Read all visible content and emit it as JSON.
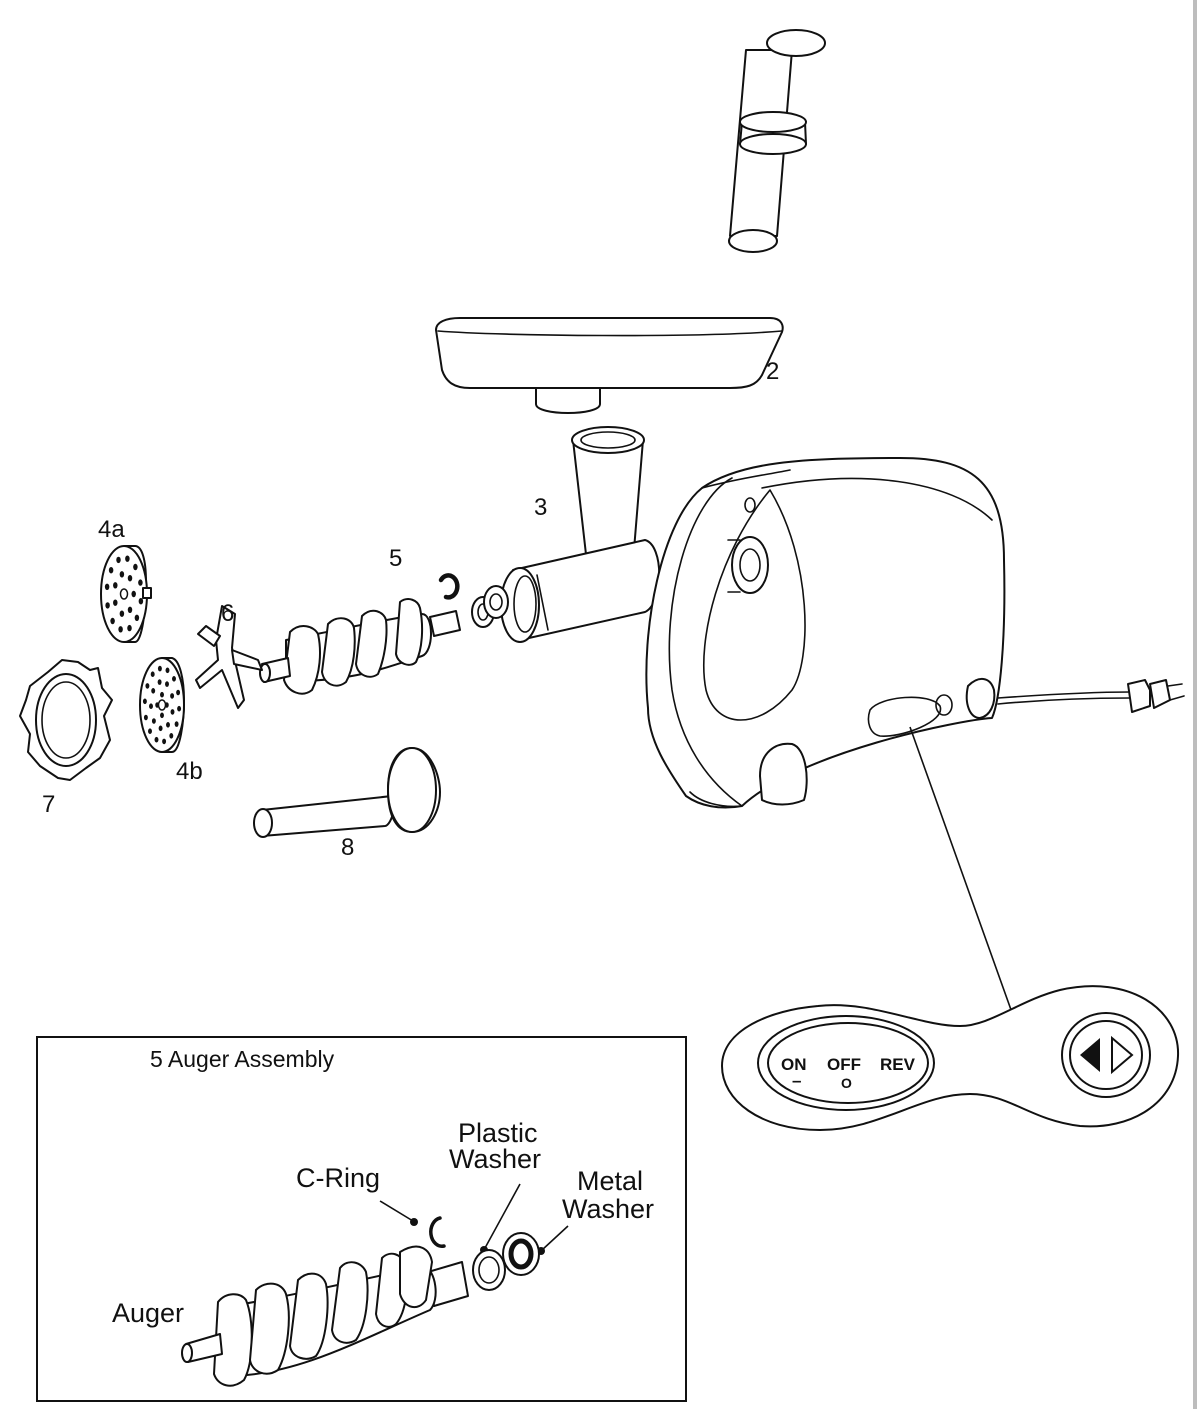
{
  "callouts": {
    "p2": "2",
    "p3": "3",
    "p4a": "4a",
    "p4b": "4b",
    "p5": "5",
    "p6": "6",
    "p7": "7",
    "p8": "8"
  },
  "control_panel": {
    "on": "ON",
    "on_mark": "–",
    "off": "OFF",
    "off_mark": "O",
    "rev": "REV"
  },
  "inset": {
    "title": "5 Auger Assembly",
    "c_ring": "C-Ring",
    "plastic_washer_1": "Plastic",
    "plastic_washer_2": "Washer",
    "metal_washer_1": "Metal",
    "metal_washer_2": "Washer",
    "auger": "Auger"
  }
}
